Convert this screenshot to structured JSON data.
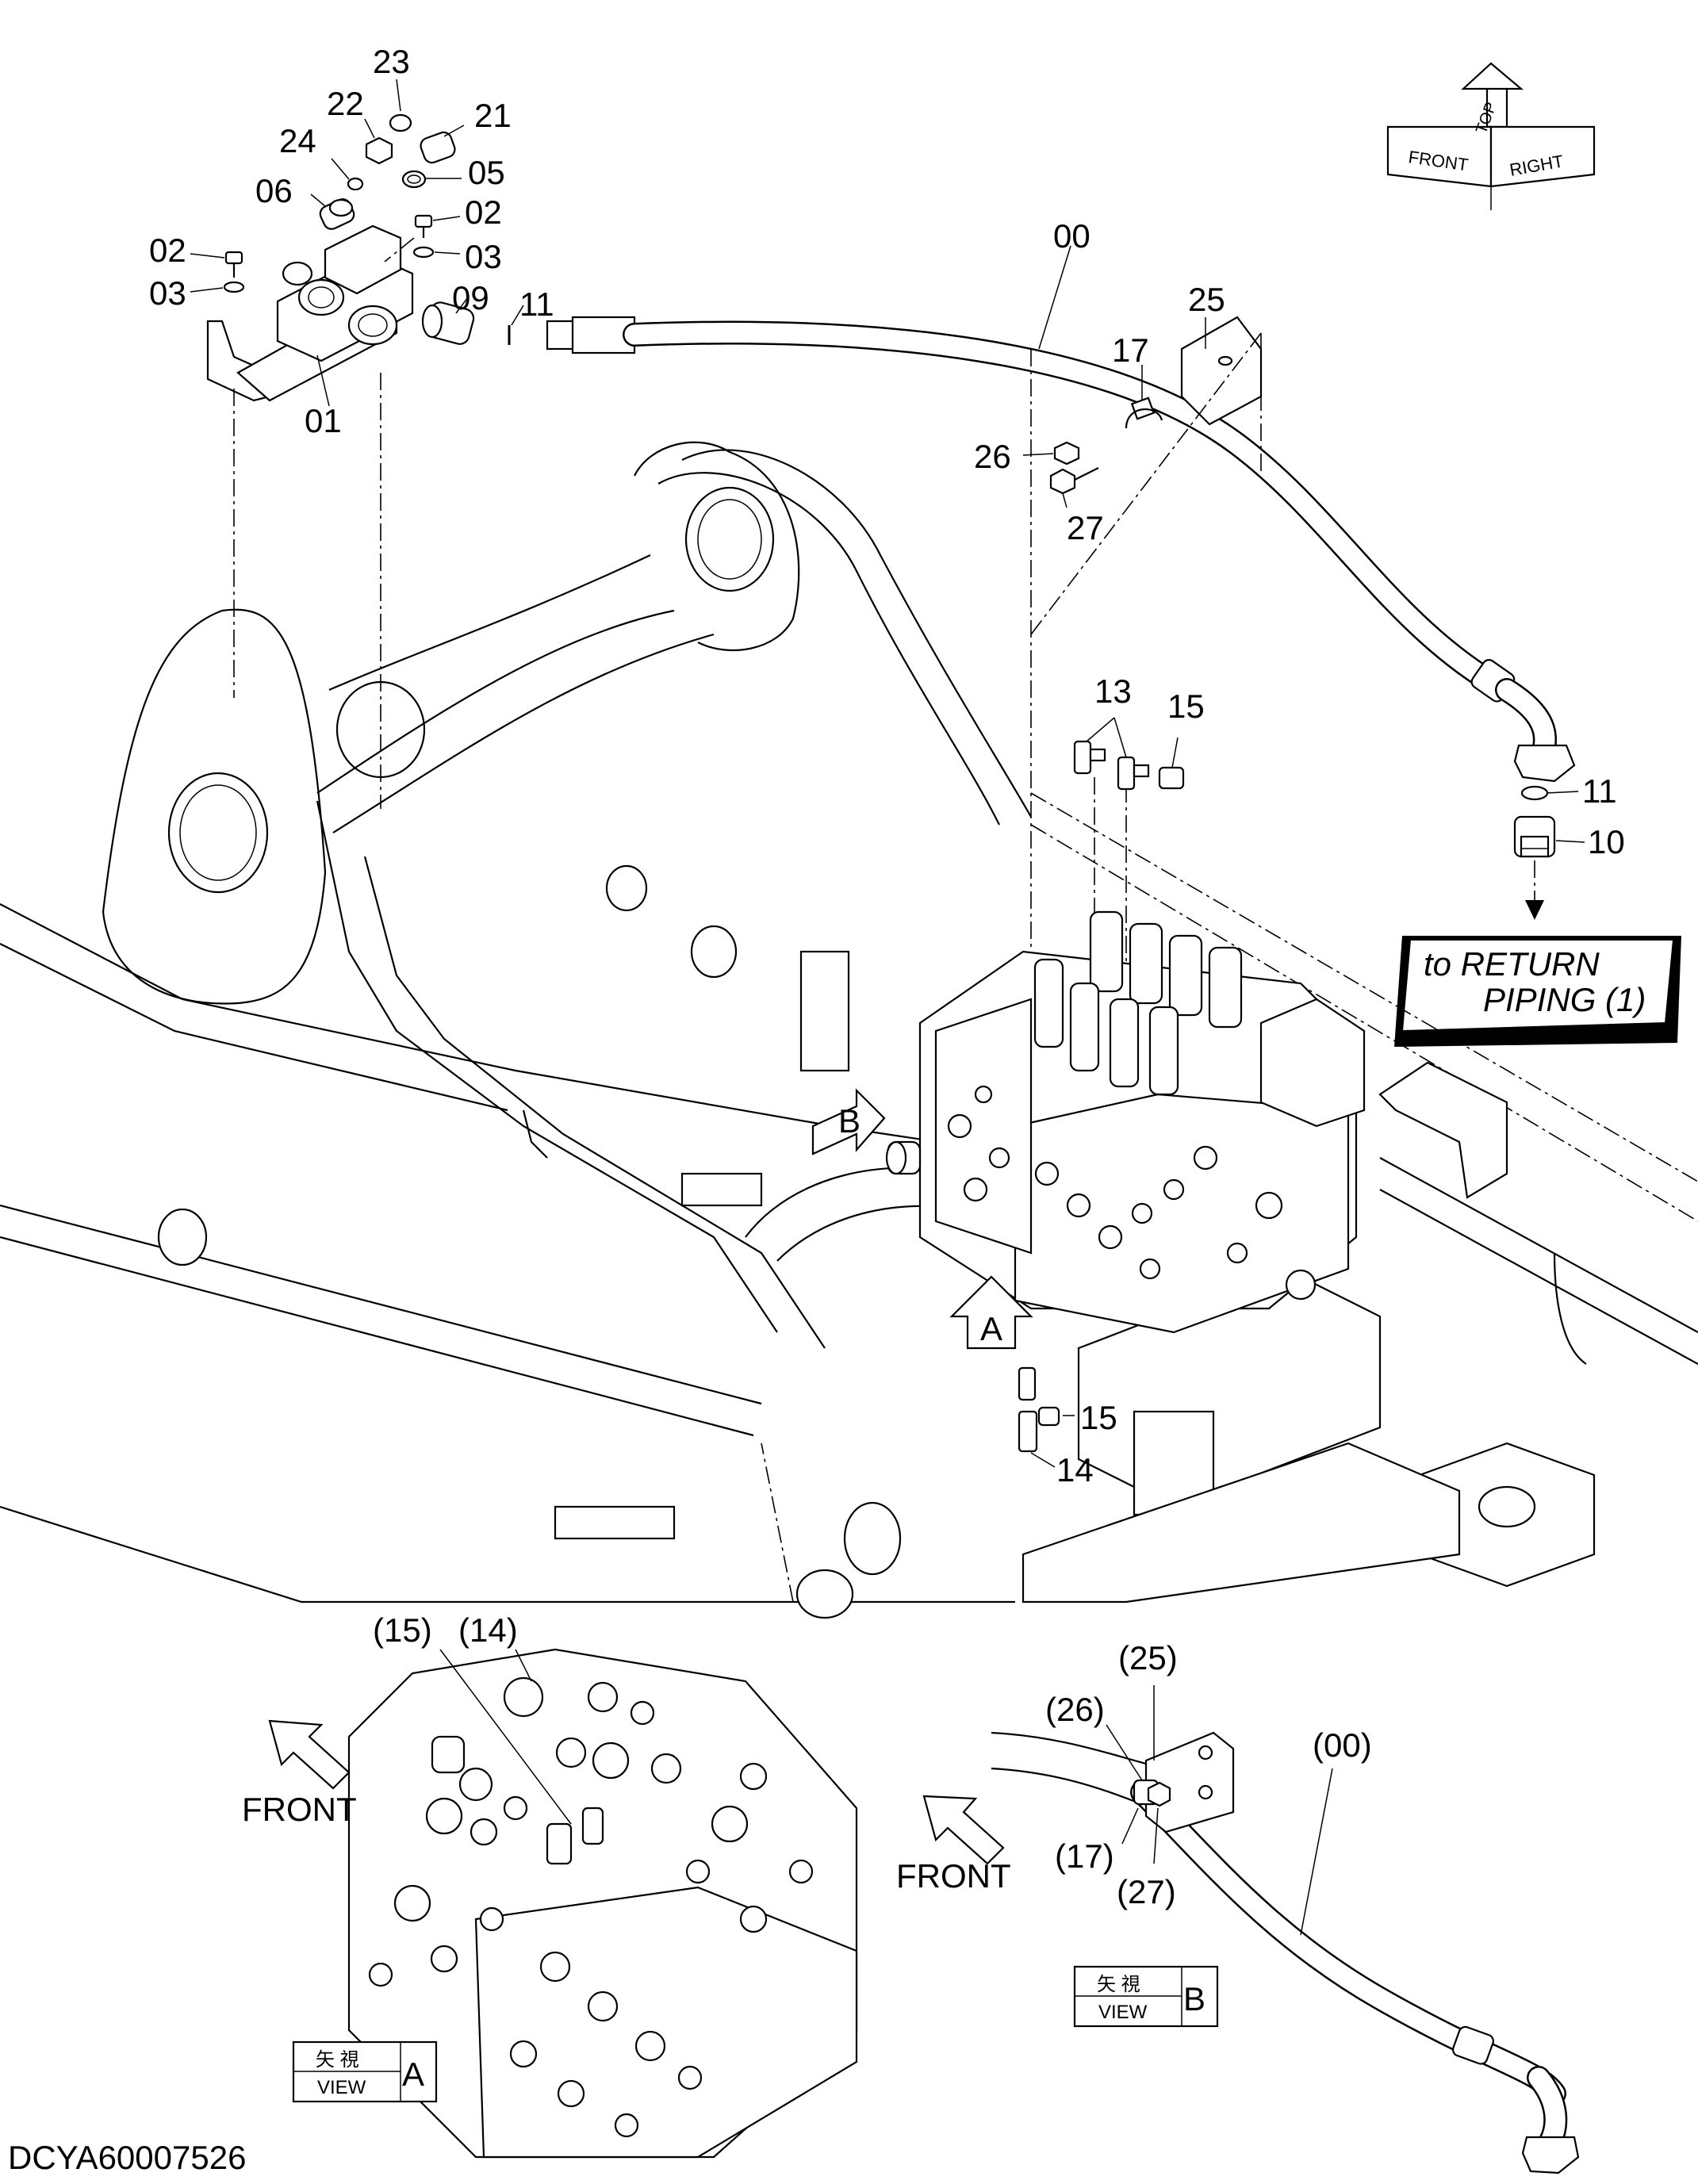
{
  "drawing_id": "DCYA60007526",
  "orientation_cube": {
    "top": "TOP",
    "front": "FRONT",
    "right": "RIGHT"
  },
  "note_box": {
    "line1": "to RETURN",
    "line2": "PIPING (1)"
  },
  "callouts": {
    "c23": "23",
    "c22": "22",
    "c21": "21",
    "c24": "24",
    "c05": "05",
    "c06": "06",
    "c02a": "02",
    "c02b": "02",
    "c03a": "03",
    "c03b": "03",
    "c09": "09",
    "c11a": "11",
    "c01": "01",
    "c00": "00",
    "c25": "25",
    "c17": "17",
    "c26": "26",
    "c27": "27",
    "c13": "13",
    "c15a": "15",
    "c11b": "11",
    "c10": "10",
    "c15b": "15",
    "c14": "14"
  },
  "view_a": {
    "arrow_letter": "A",
    "label_14": "(14)",
    "label_15": "(15)",
    "front": "FRONT",
    "kanji": "矢 視",
    "view": "VIEW",
    "letter": "A"
  },
  "view_b": {
    "arrow_letter": "B",
    "label_25": "(25)",
    "label_26": "(26)",
    "label_17": "(17)",
    "label_27": "(27)",
    "label_00": "(00)",
    "front": "FRONT",
    "kanji": "矢 視",
    "view": "VIEW",
    "letter": "B"
  }
}
